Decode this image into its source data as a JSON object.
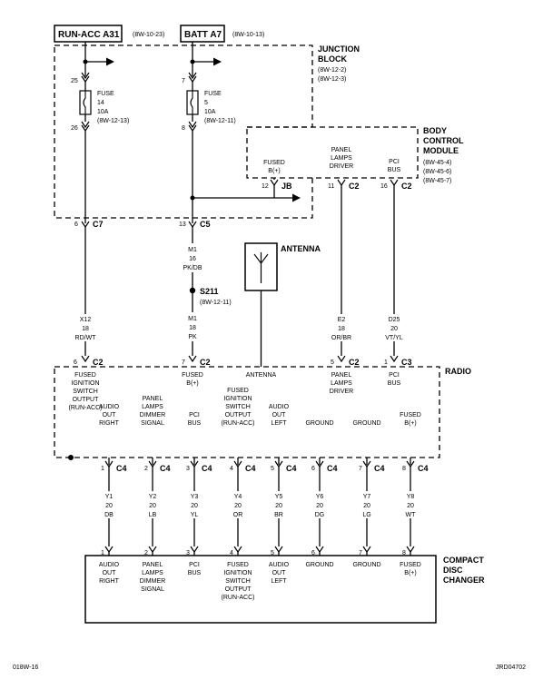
{
  "sources": {
    "run_acc": {
      "name": "RUN-ACC A31",
      "ref": "(8W-10-23)"
    },
    "batt": {
      "name": "BATT A7",
      "ref": "(8W-10-13)"
    }
  },
  "junction_block": {
    "label1": "JUNCTION",
    "label2": "BLOCK",
    "ref1": "(8W-12-2)",
    "ref2": "(8W-12-3)",
    "fuse14": {
      "pin_in": "25",
      "pin_out": "26",
      "l1": "FUSE",
      "l2": "14",
      "l3": "10A",
      "l4": "(8W-12-13)"
    },
    "fuse5": {
      "pin_in": "7",
      "pin_out": "8",
      "l1": "FUSE",
      "l2": "5",
      "l3": "10A",
      "l4": "(8W-12-11)"
    },
    "jb_pin": "12",
    "jb_conn": "JB",
    "c7_pin": "6",
    "c7_conn": "C7",
    "c5_pin": "13",
    "c5_conn": "C5"
  },
  "bcm": {
    "label1": "BODY",
    "label2": "CONTROL",
    "label3": "MODULE",
    "ref1": "(8W-45-4)",
    "ref2": "(8W-45-6)",
    "ref3": "(8W-45-7)",
    "fused_l1": "FUSED",
    "fused_l2": "B(+)",
    "panel_l1": "PANEL",
    "panel_l2": "LAMPS",
    "panel_l3": "DRIVER",
    "pci_l1": "PCI",
    "pci_l2": "BUS",
    "p11_pin": "11",
    "p11_conn": "C2",
    "p16_pin": "16",
    "p16_conn": "C2"
  },
  "wires_top": {
    "m1_16": {
      "c": "M1",
      "g": "16",
      "col": "PK/DB"
    },
    "splice": {
      "name": "S211",
      "ref": "(8W-12-11)"
    },
    "m1_18": {
      "c": "M1",
      "g": "18",
      "col": "PK"
    },
    "x12": {
      "c": "X12",
      "g": "18",
      "col": "RD/WT"
    },
    "e2": {
      "c": "E2",
      "g": "18",
      "col": "OR/BR"
    },
    "d25": {
      "c": "D25",
      "g": "20",
      "col": "VT/YL"
    }
  },
  "antenna": {
    "label": "ANTENNA"
  },
  "radio": {
    "label": "RADIO",
    "top_pins": [
      {
        "pin": "6",
        "conn": "C2",
        "l1": "FUSED",
        "l2": "IGNITION",
        "l3": "SWITCH",
        "l4": "OUTPUT",
        "l5": "(RUN-ACC)"
      },
      {
        "pin": "7",
        "conn": "C2",
        "l1": "FUSED",
        "l2": "B(+)",
        "l3": "",
        "l4": "",
        "l5": ""
      },
      {
        "pin": "",
        "conn": "",
        "l1": "ANTENNA",
        "l2": "",
        "l3": "",
        "l4": "",
        "l5": ""
      },
      {
        "pin": "5",
        "conn": "C2",
        "l1": "PANEL",
        "l2": "LAMPS",
        "l3": "DRIVER",
        "l4": "",
        "l5": ""
      },
      {
        "pin": "1",
        "conn": "C3",
        "l1": "PCI",
        "l2": "BUS",
        "l3": "",
        "l4": "",
        "l5": ""
      }
    ],
    "bottom_pins": [
      {
        "pin": "1",
        "conn": "C4",
        "l1": "AUDIO",
        "l2": "OUT",
        "l3": "RIGHT",
        "l4": "",
        "l5": ""
      },
      {
        "pin": "2",
        "conn": "C4",
        "l1": "PANEL",
        "l2": "LAMPS",
        "l3": "DIMMER",
        "l4": "SIGNAL",
        "l5": ""
      },
      {
        "pin": "3",
        "conn": "C4",
        "l1": "PCI",
        "l2": "BUS",
        "l3": "",
        "l4": "",
        "l5": ""
      },
      {
        "pin": "4",
        "conn": "C4",
        "l1": "FUSED",
        "l2": "IGNITION",
        "l3": "SWITCH",
        "l4": "OUTPUT",
        "l5": "(RUN-ACC)"
      },
      {
        "pin": "5",
        "conn": "C4",
        "l1": "AUDIO",
        "l2": "OUT",
        "l3": "LEFT",
        "l4": "",
        "l5": ""
      },
      {
        "pin": "6",
        "conn": "C4",
        "l1": "GROUND",
        "l2": "",
        "l3": "",
        "l4": "",
        "l5": ""
      },
      {
        "pin": "7",
        "conn": "C4",
        "l1": "GROUND",
        "l2": "",
        "l3": "",
        "l4": "",
        "l5": ""
      },
      {
        "pin": "8",
        "conn": "C4",
        "l1": "FUSED",
        "l2": "B(+)",
        "l3": "",
        "l4": "",
        "l5": ""
      }
    ]
  },
  "wires_bottom": [
    {
      "c": "Y1",
      "g": "20",
      "col": "DB"
    },
    {
      "c": "Y2",
      "g": "20",
      "col": "LB"
    },
    {
      "c": "Y3",
      "g": "20",
      "col": "YL"
    },
    {
      "c": "Y4",
      "g": "20",
      "col": "OR"
    },
    {
      "c": "Y5",
      "g": "20",
      "col": "BR"
    },
    {
      "c": "Y6",
      "g": "20",
      "col": "DG"
    },
    {
      "c": "Y7",
      "g": "20",
      "col": "LG"
    },
    {
      "c": "Y8",
      "g": "20",
      "col": "WT"
    }
  ],
  "cd_changer": {
    "label1": "COMPACT",
    "label2": "DISC",
    "label3": "CHANGER",
    "pins": [
      {
        "pin": "1",
        "l1": "AUDIO",
        "l2": "OUT",
        "l3": "RIGHT",
        "l4": "",
        "l5": ""
      },
      {
        "pin": "2",
        "l1": "PANEL",
        "l2": "LAMPS",
        "l3": "DIMMER",
        "l4": "SIGNAL",
        "l5": ""
      },
      {
        "pin": "3",
        "l1": "PCI",
        "l2": "BUS",
        "l3": "",
        "l4": "",
        "l5": ""
      },
      {
        "pin": "4",
        "l1": "FUSED",
        "l2": "IGNITION",
        "l3": "SWITCH",
        "l4": "OUTPUT",
        "l5": "(RUN-ACC)"
      },
      {
        "pin": "5",
        "l1": "AUDIO",
        "l2": "OUT",
        "l3": "LEFT",
        "l4": "",
        "l5": ""
      },
      {
        "pin": "6",
        "l1": "GROUND",
        "l2": "",
        "l3": "",
        "l4": "",
        "l5": ""
      },
      {
        "pin": "7",
        "l1": "GROUND",
        "l2": "",
        "l3": "",
        "l4": "",
        "l5": ""
      },
      {
        "pin": "8",
        "l1": "FUSED",
        "l2": "B(+)",
        "l3": "",
        "l4": "",
        "l5": ""
      }
    ]
  },
  "footer": {
    "left": "018W-16",
    "right": "JRD04702"
  }
}
